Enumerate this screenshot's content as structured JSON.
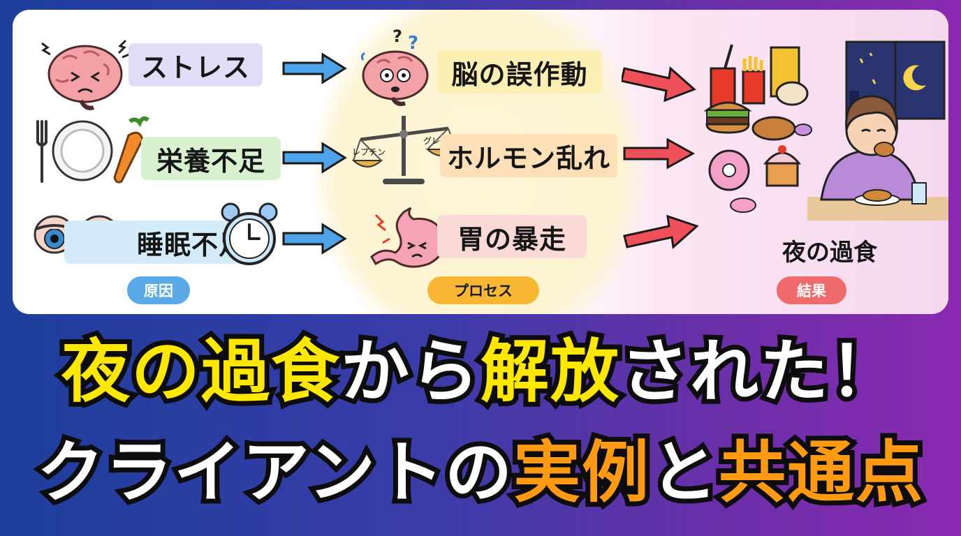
{
  "diagram": {
    "causes": [
      {
        "label": "ストレス",
        "color": "#e2dcf7"
      },
      {
        "label": "栄養不足",
        "color": "#d8f2cf"
      },
      {
        "label": "睡眠不足",
        "color": "#d4ecf9"
      }
    ],
    "processes": [
      {
        "label": "脳の誤作動",
        "color": "#fcefb4"
      },
      {
        "label": "ホルモン乱れ",
        "color": "#fde0b8"
      },
      {
        "label": "胃の暴走",
        "color": "#fbd9d6"
      }
    ],
    "scale_labels": {
      "left": "レプチン",
      "right": "グレリン"
    },
    "brain_marks": "?",
    "result_label": "夜の過食",
    "column_badges": [
      {
        "label": "原因",
        "color": "#5aa9e6"
      },
      {
        "label": "プロセス",
        "color": "#f7b733"
      },
      {
        "label": "結果",
        "color": "#f06b6b"
      }
    ],
    "arrow_colors": {
      "cause_to_process": "#4ea3e6",
      "process_to_result": "#f0505a"
    }
  },
  "headline": {
    "line1": {
      "part1": "夜の過食",
      "part2": "から",
      "part3": "解放",
      "part4": "された！"
    },
    "line2": {
      "part1": "クライアントの",
      "part2": "実例",
      "part3": "と",
      "part4": "共通点"
    }
  }
}
